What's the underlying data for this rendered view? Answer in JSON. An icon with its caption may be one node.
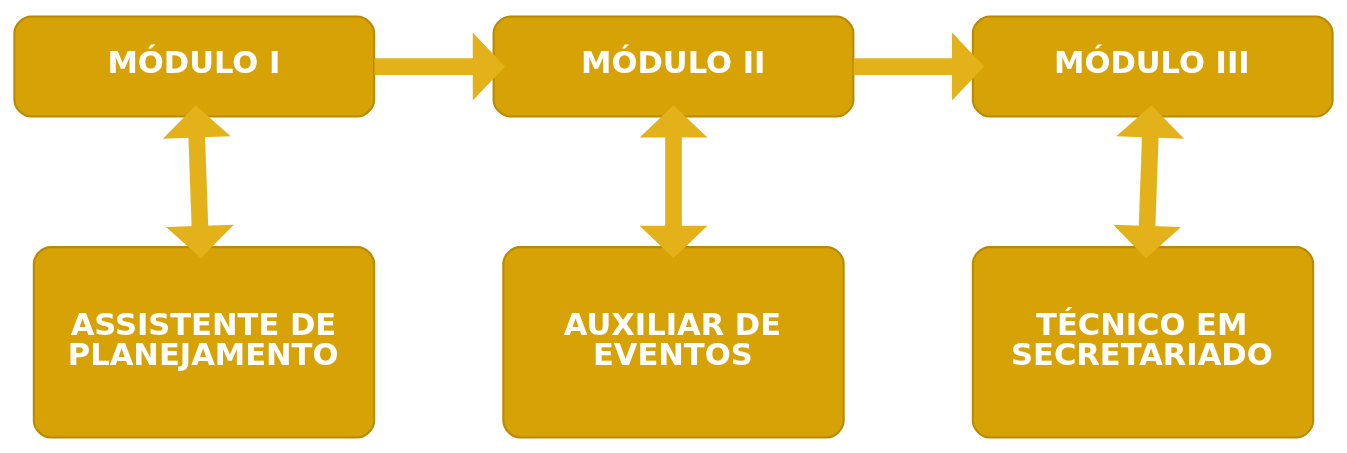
{
  "diagram": {
    "nodes": [
      {
        "text": [
          "MÓDULO I"
        ]
      },
      {
        "text": [
          "MÓDULO II"
        ]
      },
      {
        "text": [
          "MÓDULO III"
        ]
      },
      {
        "text": [
          "ASSISTENTE DE PLANEJAMENTO"
        ]
      },
      {
        "text": [
          "AUXILIAR DE EVENTOS"
        ]
      },
      {
        "text": [
          "TÉCNICO EM SECRETARIADO"
        ]
      }
    ],
    "edges": [
      {
        "from": 0,
        "to": 1,
        "arrow": "to"
      },
      {
        "from": 1,
        "to": 2,
        "arrow": "to"
      },
      {
        "from": 0,
        "to": 3,
        "arrow": "both"
      },
      {
        "from": 1,
        "to": 4,
        "arrow": "both"
      },
      {
        "from": 2,
        "to": 5,
        "arrow": "both"
      }
    ]
  }
}
